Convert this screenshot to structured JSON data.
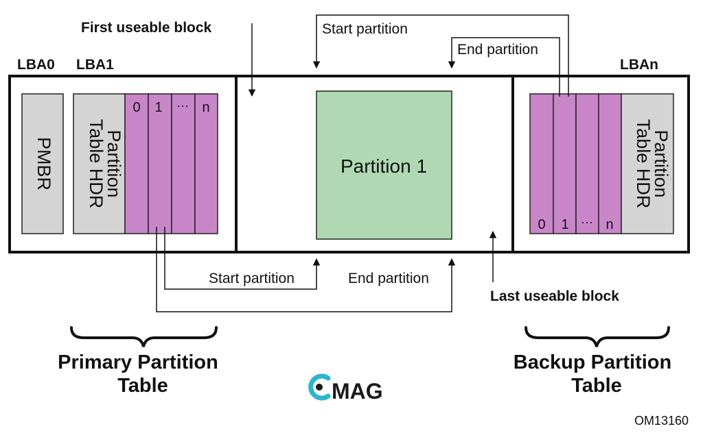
{
  "labels": {
    "first_useable_block": "First useable block",
    "last_useable_block": "Last useable block",
    "lba0": "LBA0",
    "lba1": "LBA1",
    "lban": "LBAn",
    "start_partition": "Start partition",
    "end_partition": "End partition",
    "pmbr": "PMBR",
    "partition_table_hdr_line1": "Partition",
    "partition_table_hdr_line2": "Table HDR",
    "partition_1": "Partition 1",
    "entry_0": "0",
    "entry_1": "1",
    "entry_dots": "···",
    "entry_n": "n",
    "primary_line1": "Primary Partition",
    "primary_line2": "Table",
    "backup_line1": "Backup Partition",
    "backup_line2": "Table",
    "logo_text": "MAG",
    "figure_id": "OM13160"
  },
  "colors": {
    "entry_fill": "#c886c8",
    "header_fill": "#d4d4d4",
    "partition_fill": "#b0d9b3",
    "logo_accent": "#2bb5cf",
    "ink": "#111111"
  }
}
